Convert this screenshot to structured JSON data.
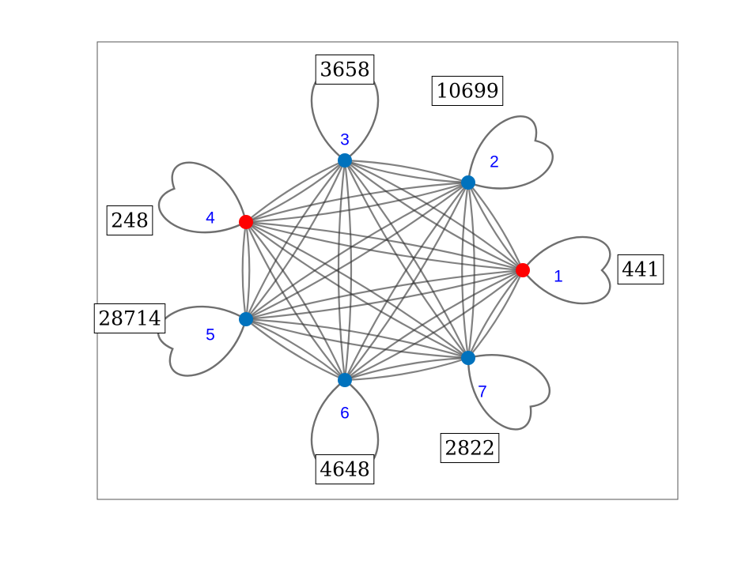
{
  "colors": {
    "edge": "#333333",
    "loop": "#6f6f6f",
    "node_default": "#0072bd",
    "node_highlight": "#ff0000",
    "label": "#0000ff",
    "frame": "#555555"
  },
  "graph": {
    "complete": true,
    "self_loops": true,
    "nodes": [
      {
        "id": "1",
        "label": "1",
        "state": "highlight"
      },
      {
        "id": "2",
        "label": "2",
        "state": "default"
      },
      {
        "id": "3",
        "label": "3",
        "state": "default"
      },
      {
        "id": "4",
        "label": "4",
        "state": "highlight"
      },
      {
        "id": "5",
        "label": "5",
        "state": "default"
      },
      {
        "id": "6",
        "label": "6",
        "state": "default"
      },
      {
        "id": "7",
        "label": "7",
        "state": "default"
      }
    ],
    "value_boxes": [
      {
        "node": "1",
        "value": "441"
      },
      {
        "node": "2",
        "value": "10699"
      },
      {
        "node": "3",
        "value": "3658"
      },
      {
        "node": "4",
        "value": "248"
      },
      {
        "node": "5",
        "value": "28714"
      },
      {
        "node": "6",
        "value": "4648"
      },
      {
        "node": "7",
        "value": "2822"
      }
    ]
  }
}
